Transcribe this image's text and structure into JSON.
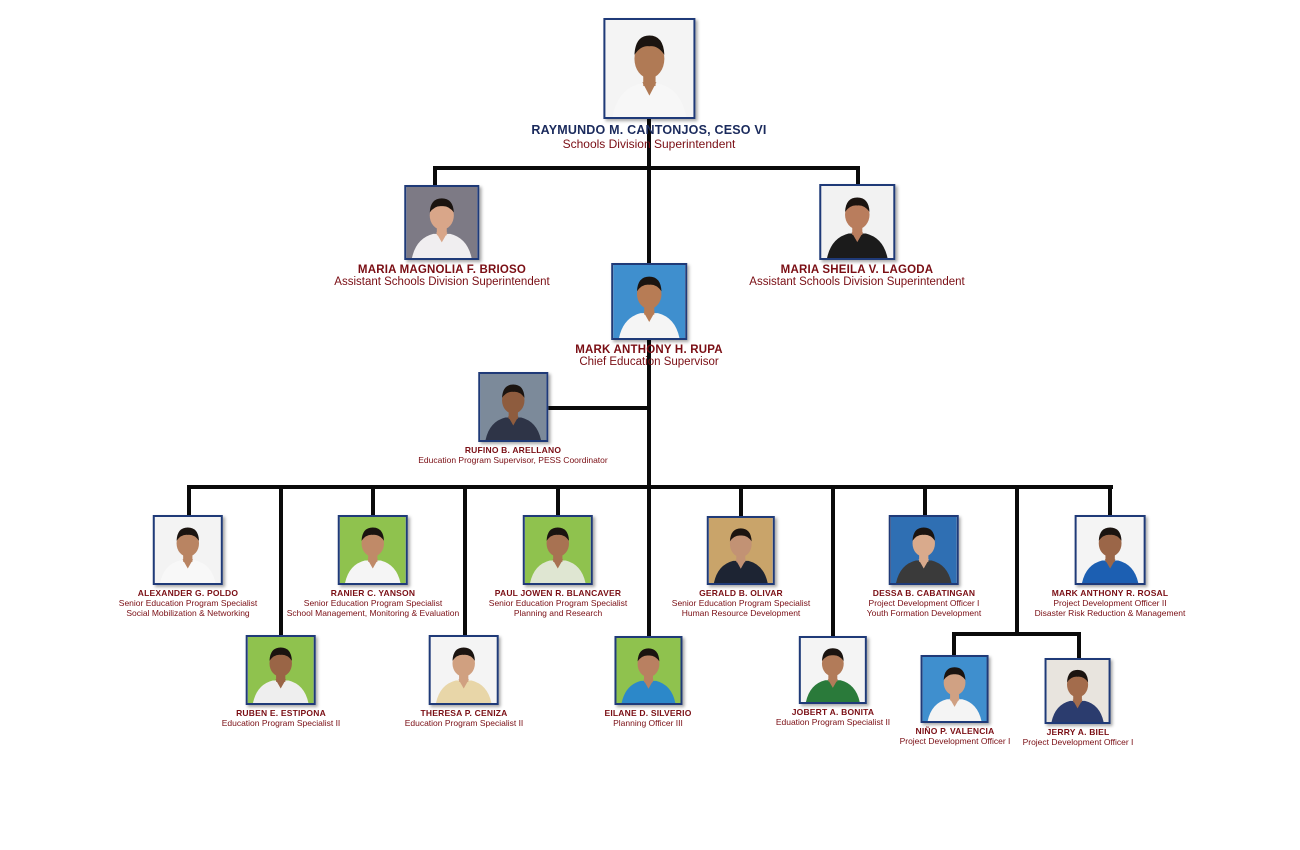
{
  "officials": [
    {
      "id": "sds",
      "name": "RAYMUNDO M. CANTONJOS, CESO VI",
      "roles": [
        "Schools Division Superintendent"
      ],
      "bg": "#f4f4f4",
      "shirt": "#f7f7f7",
      "skin": "#b07a55"
    },
    {
      "id": "asds1",
      "name": "MARIA MAGNOLIA F. BRIOSO",
      "roles": [
        "Assistant Schools Division Superintendent"
      ],
      "bg": "#7d7a85",
      "shirt": "#f0eef0",
      "skin": "#d9a689"
    },
    {
      "id": "asds2",
      "name": "MARIA SHEILA V. LAGODA",
      "roles": [
        "Assistant Schools Division Superintendent"
      ],
      "bg": "#f2f2f2",
      "shirt": "#1b1b1b",
      "skin": "#b97d5d"
    },
    {
      "id": "ces",
      "name": "MARK ANTHONY H. RUPA",
      "roles": [
        "Chief Education Supervisor"
      ],
      "bg": "#3f8fce",
      "shirt": "#f5f5f5",
      "skin": "#b77c55"
    },
    {
      "id": "eps",
      "name": "RUFINO B. ARELLANO",
      "roles": [
        "Education Program Supervisor, PESS Coordinator"
      ],
      "bg": "#7c8a9a",
      "shirt": "#2e3447",
      "skin": "#8e5c3e"
    },
    {
      "id": "s1",
      "name": "ALEXANDER G. POLDO",
      "roles": [
        "Senior Education Program Specialist",
        "Social Mobilization & Networking"
      ],
      "bg": "#f3f3f3",
      "shirt": "#f8f8f8",
      "skin": "#b98462"
    },
    {
      "id": "s2",
      "name": "RANIER C. YANSON",
      "roles": [
        "Senior Education Program Specialist",
        "School Management, Monitoring & Evaluation"
      ],
      "bg": "#8fc24e",
      "shirt": "#f5f5f5",
      "skin": "#c08a68"
    },
    {
      "id": "s3",
      "name": "PAUL JOWEN R. BLANCAVER",
      "roles": [
        "Senior Education Program Specialist",
        "Planning and Research"
      ],
      "bg": "#8fc24e",
      "shirt": "#dfe6d2",
      "skin": "#a87252"
    },
    {
      "id": "s4",
      "name": "GERALD B. OLIVAR",
      "roles": [
        "Senior Education Program Specialist",
        "Human Resource Development"
      ],
      "bg": "#c9a46a",
      "shirt": "#1d2433",
      "skin": "#c29274"
    },
    {
      "id": "s5",
      "name": "DESSA B. CABATINGAN",
      "roles": [
        "Project Development Officer I",
        "Youth Formation Development"
      ],
      "bg": "#2f6fb3",
      "shirt": "#3a3a3a",
      "skin": "#d9aa8c"
    },
    {
      "id": "s6",
      "name": "MARK ANTHONY R. ROSAL",
      "roles": [
        "Project Development Officer II",
        "Disaster Risk Reduction & Management"
      ],
      "bg": "#f4f4f4",
      "shirt": "#1c5fb2",
      "skin": "#9b6648"
    },
    {
      "id": "e1",
      "name": "RUBEN E. ESTIPONA",
      "roles": [
        "Education Program Specialist II"
      ],
      "bg": "#8fc24e",
      "shirt": "#eeeeee",
      "skin": "#9a6546"
    },
    {
      "id": "e2",
      "name": "THERESA P. CENIZA",
      "roles": [
        "Education Program Specialist II"
      ],
      "bg": "#f4f4f4",
      "shirt": "#e8d6a8",
      "skin": "#d0a080"
    },
    {
      "id": "e3",
      "name": "EILANE D. SILVERIO",
      "roles": [
        "Planning Officer III"
      ],
      "bg": "#8fc24e",
      "shirt": "#2c88c9",
      "skin": "#b98061"
    },
    {
      "id": "e4",
      "name": "JOBERT A. BONITA",
      "roles": [
        "Eduation Program Specialist II"
      ],
      "bg": "#f4f4f4",
      "shirt": "#2a7a3a",
      "skin": "#b27b59"
    },
    {
      "id": "p1",
      "name": "NIÑO P. VALENCIA",
      "roles": [
        "Project Development Officer I"
      ],
      "bg": "#3f8fce",
      "shirt": "#f4f4f4",
      "skin": "#d0a183"
    },
    {
      "id": "p2",
      "name": "JERRY A. BIEL",
      "roles": [
        "Project Development Officer I"
      ],
      "bg": "#e8e4de",
      "shirt": "#2b3c6e",
      "skin": "#a36c4c"
    }
  ]
}
